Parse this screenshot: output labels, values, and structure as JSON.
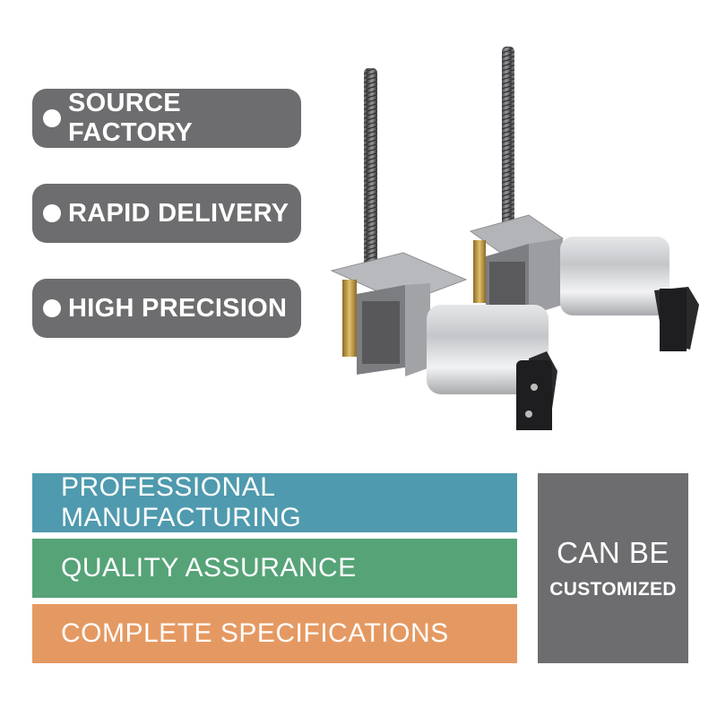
{
  "features": [
    {
      "label": "SOURCE FACTORY"
    },
    {
      "label": "RAPID DELIVERY"
    },
    {
      "label": "HIGH PRECISION"
    }
  ],
  "bars": [
    {
      "label": "PROFESSIONAL MANUFACTURING",
      "color": "#4f9aae"
    },
    {
      "label": "QUALITY ASSURANCE",
      "color": "#56a378"
    },
    {
      "label": "COMPLETE SPECIFICATIONS",
      "color": "#e59962"
    }
  ],
  "custom": {
    "line1": "CAN BE",
    "line2": "CUSTOMIZED"
  },
  "colors": {
    "pill_bg": "#6d6d6f",
    "text": "#ffffff"
  }
}
